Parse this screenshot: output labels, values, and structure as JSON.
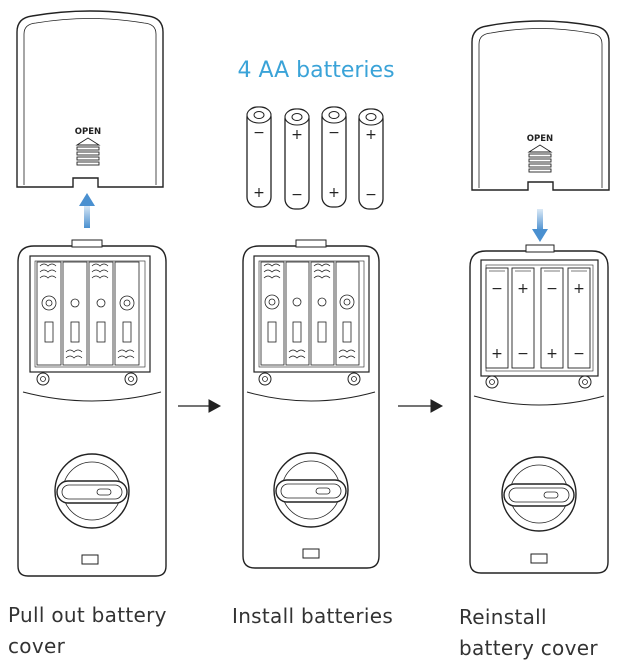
{
  "heading": "4 AA batteries",
  "cover_label": "OPEN",
  "steps": [
    {
      "caption": "Pull out battery cover"
    },
    {
      "caption": "Install batteries"
    },
    {
      "caption": "Reinstall battery cover"
    }
  ],
  "loose_batteries": [
    {
      "top": "−",
      "bottom": "+"
    },
    {
      "top": "+",
      "bottom": "−"
    },
    {
      "top": "−",
      "bottom": "+"
    },
    {
      "top": "+",
      "bottom": "−"
    }
  ],
  "installed_batteries": [
    {
      "top": "−",
      "bottom": "+"
    },
    {
      "top": "+",
      "bottom": "−"
    },
    {
      "top": "−",
      "bottom": "+"
    },
    {
      "top": "+",
      "bottom": "−"
    }
  ],
  "colors": {
    "heading": "#3aa3d8",
    "arrow": "#6fa8dc",
    "stroke": "#222222",
    "caption": "#333333"
  }
}
